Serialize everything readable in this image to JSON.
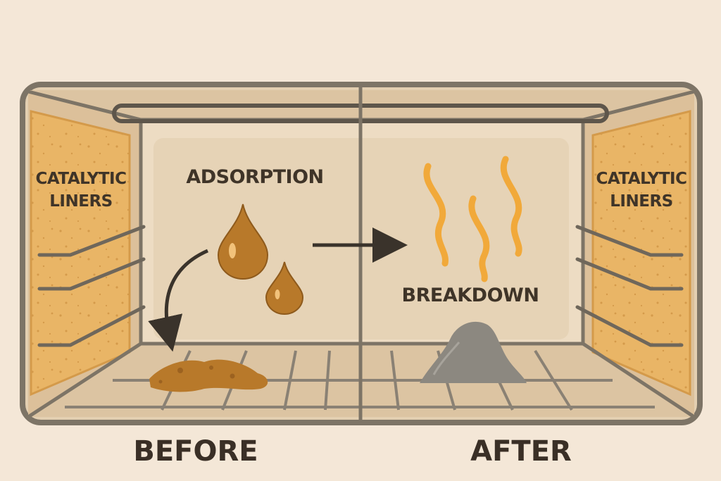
{
  "labels": {
    "left_liners_line1": "CATALYTIC",
    "left_liners_line2": "LINERS",
    "right_liners_line1": "CATALYTIC",
    "right_liners_line2": "LINERS",
    "adsorption": "ADSORPTION",
    "breakdown": "BREAKDOWN",
    "before": "BEFORE",
    "after": "AFTER"
  },
  "colors": {
    "background": "#f4e7d7",
    "frame": "#7d7466",
    "oven_interior": "#e3cfb1",
    "back_wall": "#eddcc3",
    "liner": "#e9b566",
    "grease": "#b8792a",
    "flame": "#f1a93a",
    "ash": "#8c8880",
    "text": "#3f3428"
  },
  "icons": [
    "grease-drop-icon",
    "grease-puddle-icon",
    "heat-wave-icon",
    "ash-pile-icon",
    "arrow-right-icon",
    "curved-arrow-icon"
  ]
}
